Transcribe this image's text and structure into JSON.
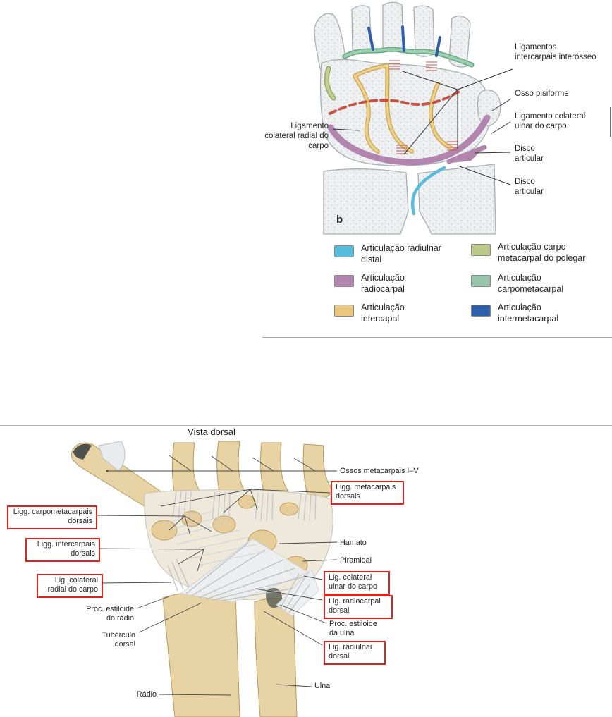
{
  "panel_b": {
    "panel_letter": "b",
    "left_label": "Ligamento colateral radial do carpo",
    "right_labels": [
      {
        "text": "Ligamentos intercarpais interósseo"
      },
      {
        "text": "Osso pisiforme"
      },
      {
        "text": "Ligamento colateral ulnar do carpo"
      },
      {
        "text": "Disco articular"
      },
      {
        "text": "Disco articular"
      }
    ],
    "legend": {
      "items": [
        {
          "label": "Articulação radiulnar distal",
          "color": "#58bcdc"
        },
        {
          "label": "Articulação radiocarpal",
          "color": "#b285af"
        },
        {
          "label": "Articulação intercapal",
          "color": "#e9c87d"
        },
        {
          "label": "Articulação carpo-metacarpal do polegar",
          "color": "#bcc98b"
        },
        {
          "label": "Articulação carpometacarpal",
          "color": "#98c6aa"
        },
        {
          "label": "Articulação intermetacarpal",
          "color": "#2d5fab"
        }
      ]
    }
  },
  "dorsal": {
    "title": "Vista dorsal",
    "highlight_box_color": "#e0211d",
    "left_labels": [
      {
        "text": "Ligg. carpometacarpais dorsais",
        "boxed": true
      },
      {
        "text": "Ligg. intercarpais dorsais",
        "boxed": true
      },
      {
        "text": "Lig. colateral radial do carpo",
        "boxed": true
      },
      {
        "text": "Proc. estiloide do rádio",
        "boxed": false
      },
      {
        "text": "Tubérculo dorsal",
        "boxed": false
      },
      {
        "text": "Rádio",
        "boxed": false
      }
    ],
    "right_labels": [
      {
        "text": "Ossos metacarpais I–V",
        "boxed": false
      },
      {
        "text": "Ligg. metacarpais dorsais",
        "boxed": true
      },
      {
        "text": "Hamato",
        "boxed": false
      },
      {
        "text": "Piramidal",
        "boxed": false
      },
      {
        "text": "Lig. colateral ulnar do carpo",
        "boxed": true
      },
      {
        "text": "Lig. radiocarpal dorsal",
        "boxed": true
      },
      {
        "text": "Proc. estiloide da ulna",
        "boxed": false
      },
      {
        "text": "Lig. radiulnar dorsal",
        "boxed": true
      },
      {
        "text": "Ulna",
        "boxed": false
      }
    ]
  }
}
